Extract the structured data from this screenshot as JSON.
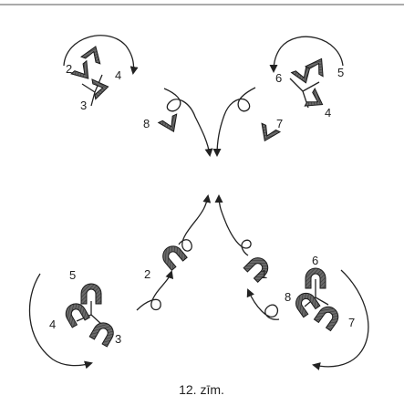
{
  "figure": {
    "caption": "12. zīm.",
    "top_left_cluster": {
      "labels": [
        "2",
        "4",
        "3"
      ]
    },
    "top_right_cluster": {
      "labels": [
        "6",
        "5",
        "4"
      ]
    },
    "top_left_single": {
      "label": "8"
    },
    "top_right_single": {
      "label": "7"
    },
    "bottom_left_cluster": {
      "labels": [
        "5",
        "4",
        "3"
      ]
    },
    "bottom_right_cluster": {
      "labels": [
        "6",
        "8",
        "7"
      ]
    },
    "bottom_left_single": {
      "label": "2"
    },
    "bottom_right_single": {
      "label": "1"
    },
    "colors": {
      "line": "#222222",
      "shape_fill": "#555555",
      "shape_stroke": "#1a1a1a"
    }
  }
}
